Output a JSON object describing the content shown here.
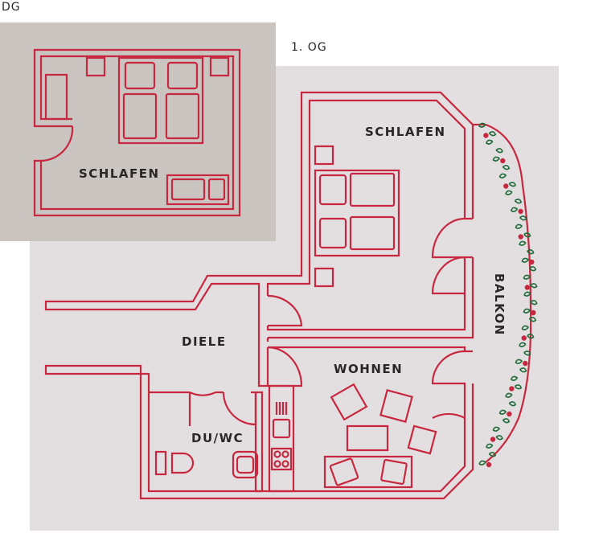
{
  "floors": {
    "dg": {
      "label": "DG",
      "rooms": {
        "schlafen": "SCHLAFEN"
      }
    },
    "og1": {
      "label": "1. OG",
      "rooms": {
        "schlafen": "SCHLAFEN",
        "diele": "DIELE",
        "wohnen": "WOHNEN",
        "du_wc": "DU/WC",
        "balkon": "BALKON"
      }
    }
  },
  "colors": {
    "wall": "#c8283f",
    "dg_background": "#cbc5c1",
    "og_background": "#e3dfe0",
    "label_text": "#2a2628",
    "plant_green": "#1f6b3a",
    "plant_berry": "#c8283f"
  }
}
